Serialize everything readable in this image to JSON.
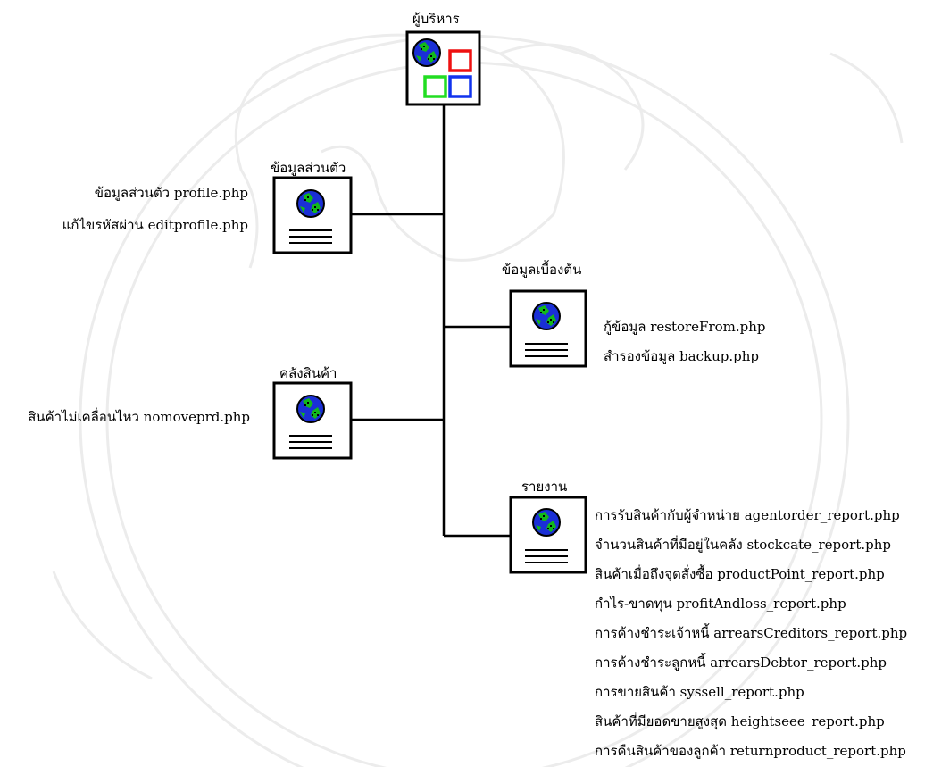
{
  "watermark": {
    "label": "watermark-seal"
  },
  "admin": {
    "title": "ผู้บริหาร"
  },
  "profile": {
    "title": "ข้อมูลส่วนตัว",
    "items": [
      "ข้อมูลส่วนตัว profile.php",
      "แก้ไขรหัสผ่าน editprofile.php"
    ]
  },
  "basic": {
    "title": "ข้อมูลเบื้องต้น",
    "items": [
      "กู้ข้อมูล restoreFrom.php",
      "สำรองข้อมูล backup.php"
    ]
  },
  "warehouse": {
    "title": "คลังสินค้า",
    "items": [
      "สินค้าไม่เคลื่อนไหว nomoveprd.php"
    ]
  },
  "report": {
    "title": "รายงาน",
    "items": [
      "การรับสินค้ากับผู้จำหน่าย agentorder_report.php",
      "จำนวนสินค้าที่มีอยู่ในคลัง stockcate_report.php",
      "สินค้าเมื่อถึงจุดสั่งซื้อ productPoint_report.php",
      "กำไร-ขาดทุน profitAndloss_report.php",
      "การค้างชำระเจ้าหนี้ arrearsCreditors_report.php",
      "การค้างชำระลูกหนี้ arrearsDebtor_report.php",
      "การขายสินค้า syssell_report.php",
      "สินค้าที่มียอดขายสูงสุด heightseee_report.php",
      "การคืนสินค้าของลูกค้า returnproduct_report.php"
    ]
  },
  "colors": {
    "line": "#000000",
    "globe_ocean": "#1a2fd6",
    "globe_land": "#12b81a",
    "red": "#ee1111",
    "green": "#22dd22",
    "blue": "#1133ee"
  }
}
